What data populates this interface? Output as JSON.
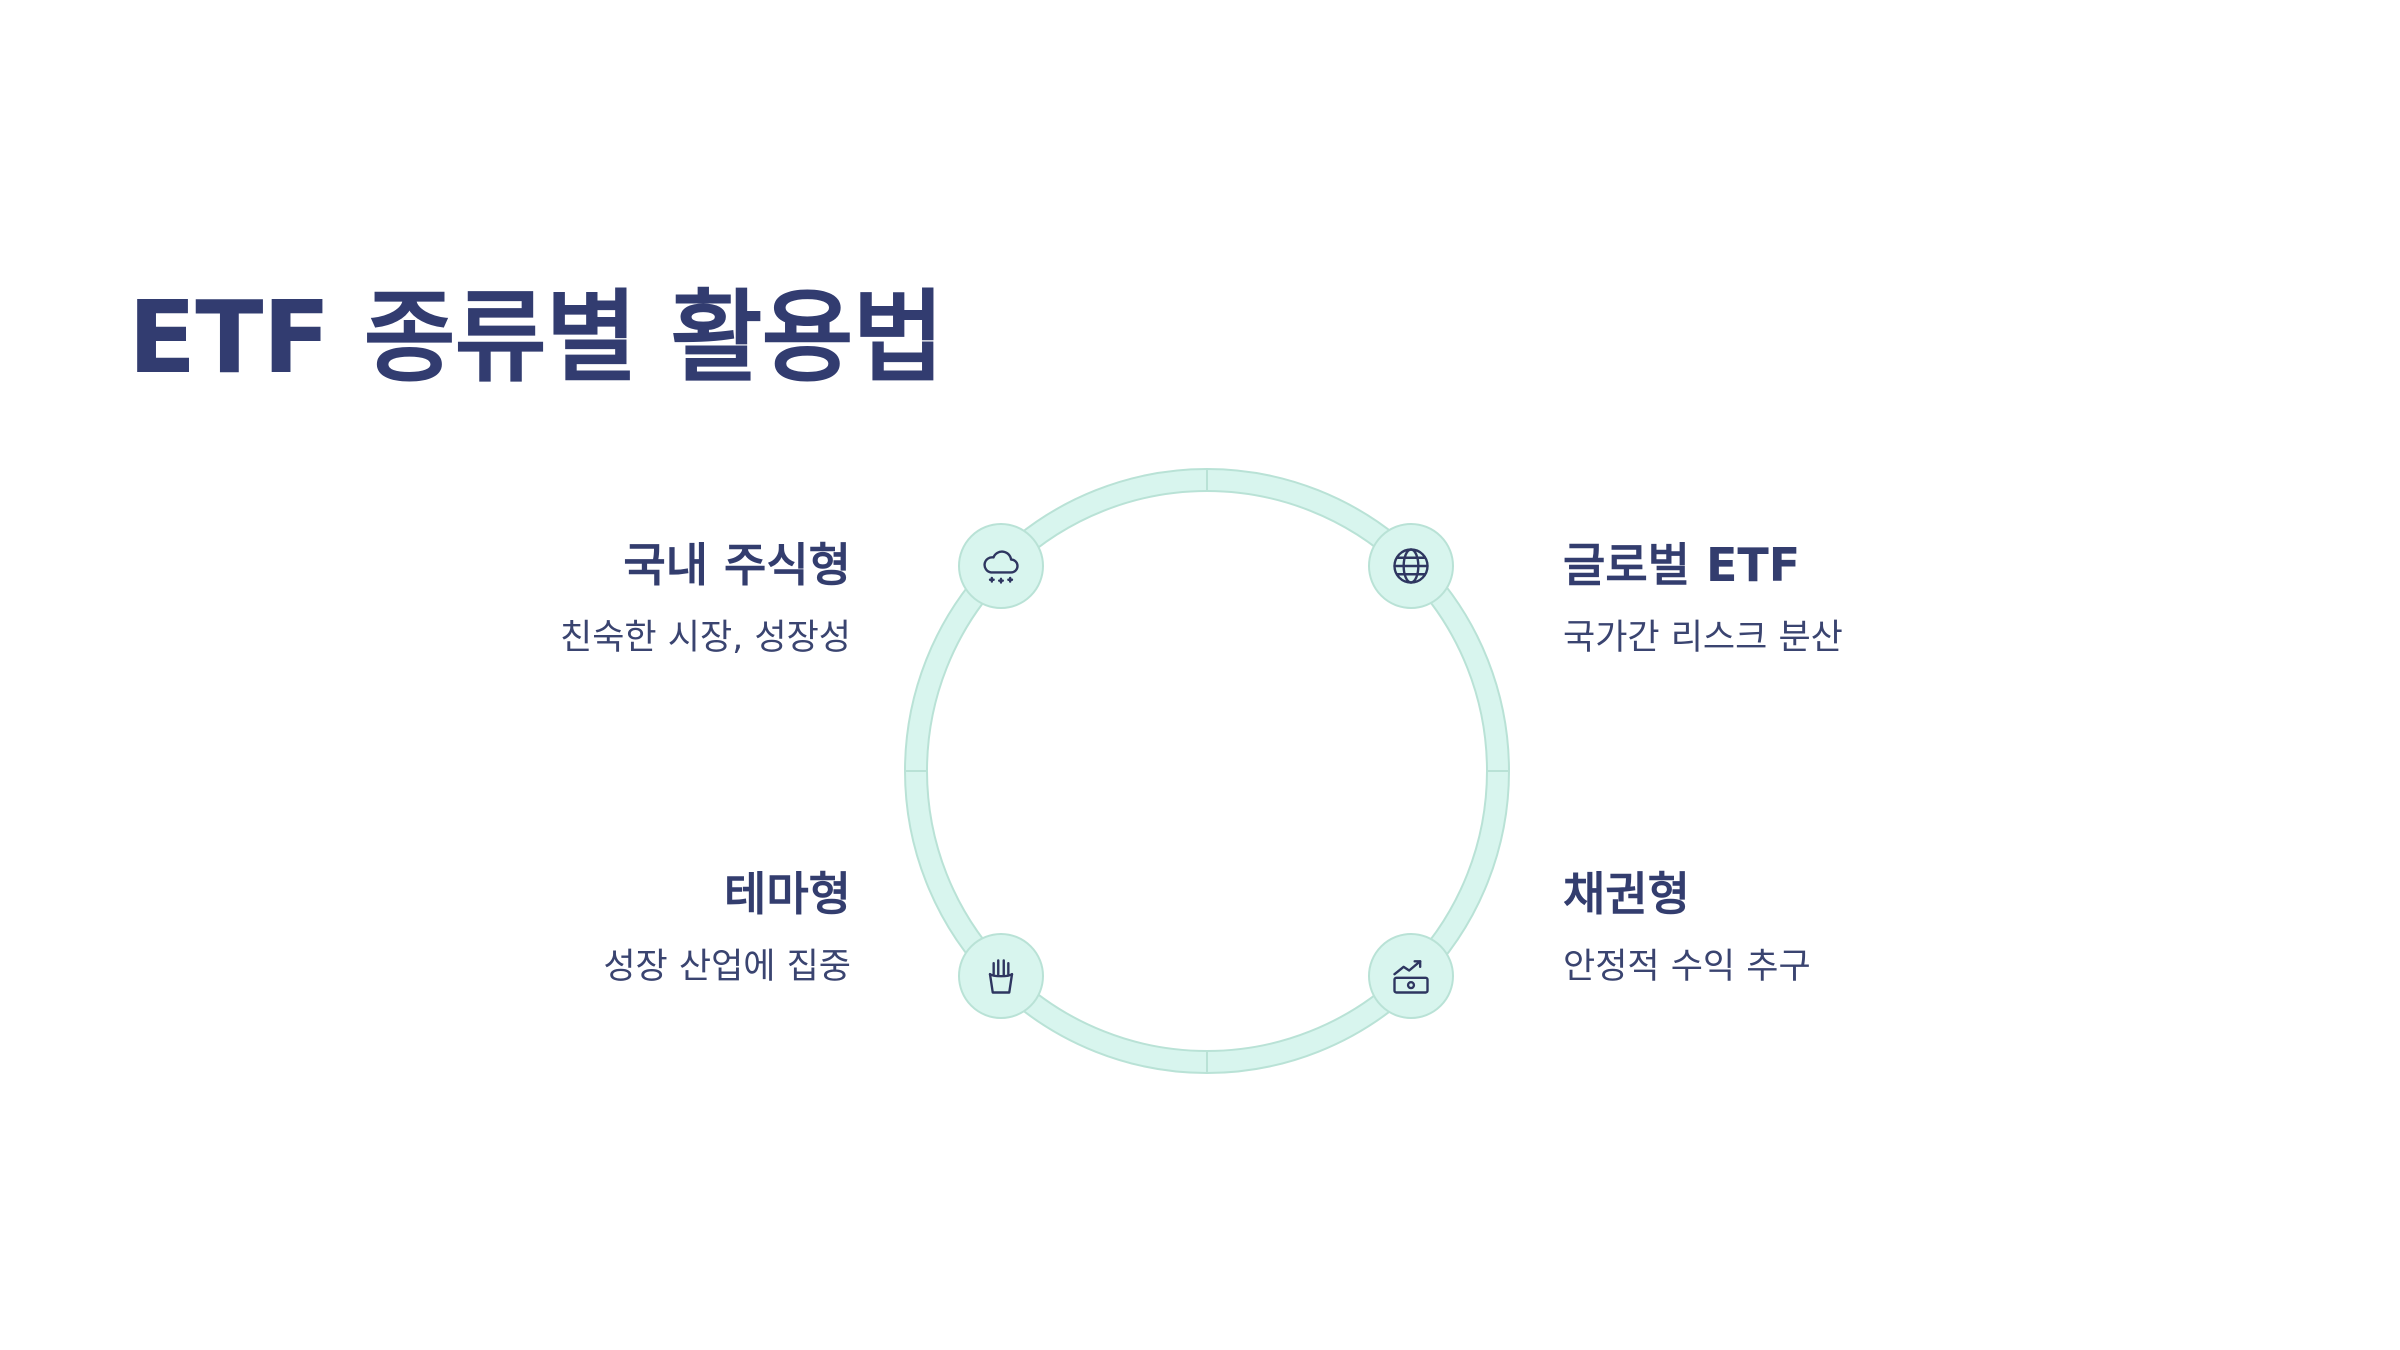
{
  "title": "ETF 종류별 활용법",
  "colors": {
    "text": "#333d6e",
    "ring_fill": "#d8f5ee",
    "ring_stroke": "#b9e2d6",
    "icon": "#2e3660"
  },
  "items": [
    {
      "title": "국내 주식형",
      "description": "친숙한 시장, 성장성",
      "icon": "cloud-snow-icon",
      "position": "top-left"
    },
    {
      "title": "글로벌 ETF",
      "description": "국가간 리스크 분산",
      "icon": "globe-icon",
      "position": "top-right"
    },
    {
      "title": "테마형",
      "description": "성장 산업에 집중",
      "icon": "fries-icon",
      "position": "bottom-left"
    },
    {
      "title": "채권형",
      "description": "안정적 수익 추구",
      "icon": "money-growth-icon",
      "position": "bottom-right"
    }
  ]
}
